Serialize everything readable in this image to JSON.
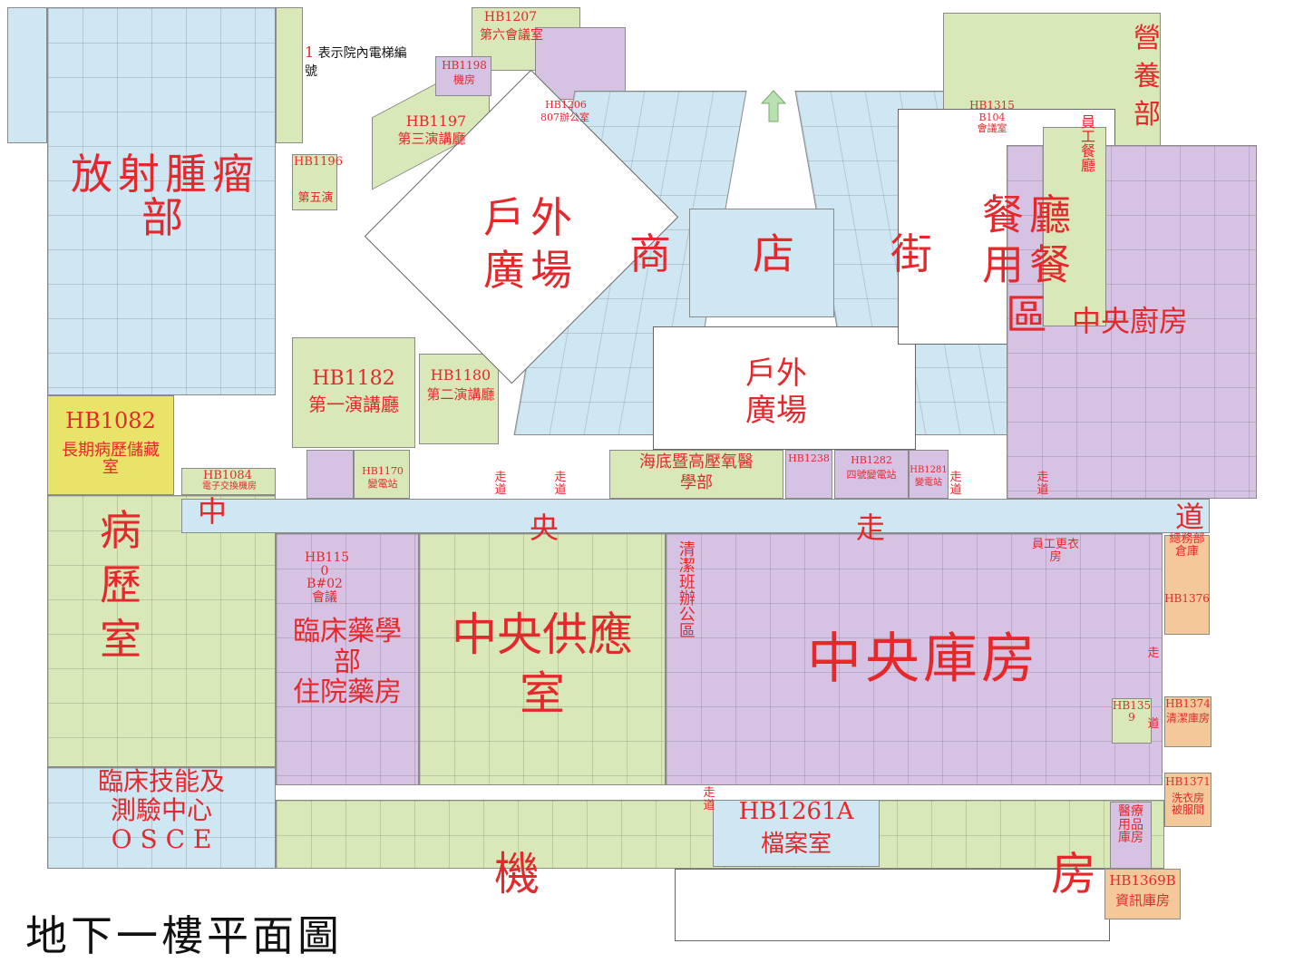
{
  "map": {
    "title": "地下一樓平面圖",
    "legend": {
      "number": "1",
      "text": "表示院內電梯編",
      "text2": "號"
    },
    "colors": {
      "blue": "#cfe6f3",
      "green": "#d8e8b8",
      "purple": "#d6c3e3",
      "yellow": "#e8e46a",
      "orange": "#f5c89a",
      "label_red": "#e5282c"
    },
    "labels": {
      "radiation": "放射腫瘤\n部",
      "hb1082_code": "HB1082",
      "hb1082_name": "長期病歷儲藏\n室",
      "hb1084": "HB1084",
      "hb1084_name": "電子交換機房",
      "records": "病\n歷\n室",
      "osce": "臨床技能及\n測驗中心\nO S C E",
      "plaza_outdoor": "戶外\n廣場",
      "shop": "商",
      "store": "店",
      "street": "街",
      "plaza2": "戶外\n廣場",
      "restaurant": "餐廳\n用餐\n區",
      "nutrition": "營\n養\n部",
      "kitchen": "中央廚房",
      "hb1197": "HB1197",
      "hb1197_name": "第三演講廳",
      "hb1182": "HB1182",
      "hb1182_name": "第一演講廳",
      "hb1180": "HB1180",
      "hb1180_name": "第二演講廳",
      "hb1207": "HB1207",
      "hb1207_name": "第六會議室",
      "hb1198": "HB1198",
      "hb1198_name": "機房",
      "hb1196": "HB1196",
      "hb1196_name": "第五演",
      "hb1206": "HB1206",
      "hb1206_name": "807辦公室",
      "hb1315": "HB1315",
      "hb1315_name": "B104\n會議室",
      "staff_dining": "員工餐廳",
      "undersea": "海底暨高壓氧醫\n學部",
      "hb1170": "HB1170",
      "hb1170_name": "變電站",
      "hb1282": "HB1282",
      "hb1282_name": "四號變電站",
      "hb1281": "HB1281",
      "hb1281_name": "變電站",
      "hb1238": "HB1238",
      "corridor_1": "中",
      "corridor_2": "央",
      "corridor_3": "走",
      "corridor_4": "道",
      "hb1150": "HB115\n0\nB#02\n會議",
      "pharmacy": "臨床藥學\n部\n住院藥房",
      "supply": "中央供應\n室",
      "cleaning_office": "清潔班辦公區",
      "warehouse": "中央庫房",
      "hb1374": "HB1374",
      "hb1374_name": "清潔庫房",
      "hb1371": "HB1371",
      "hb1371_name": "洗衣房\n被服間",
      "hb1376": "HB1376",
      "hb1359": "HB135\n9",
      "hb1261a": "HB1261A",
      "hb1261a_name": "檔案室",
      "machine": "機",
      "room": "房",
      "hb1369b": "HB1369B",
      "hb1369b_name": "資訊庫房",
      "medical_supply": "醫療\n用品\n庫房",
      "walk_1": "走\n道",
      "walk_2": "走\n道",
      "walk_3": "走\n道",
      "walk_4": "走\n道",
      "walk_5": "走\n道",
      "walk_6": "走",
      "walk_7": "道",
      "general_affairs": "總務部\n倉庫",
      "staff_lockers": "員工更衣\n房"
    }
  }
}
